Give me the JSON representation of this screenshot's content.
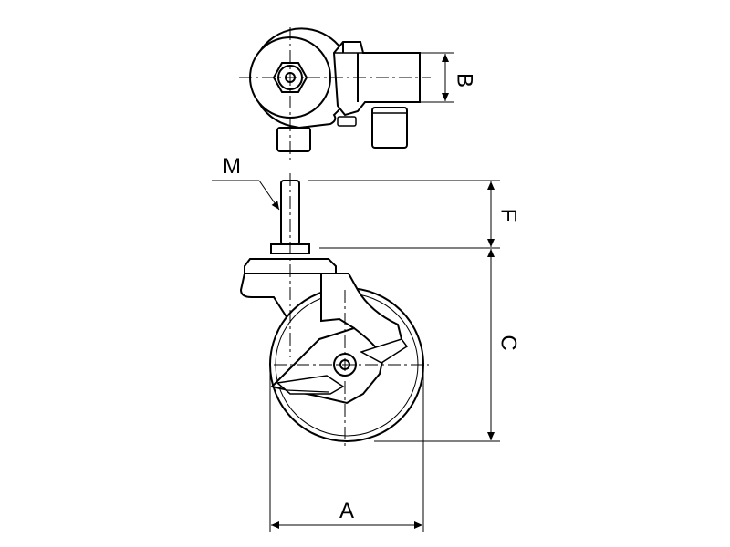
{
  "dimensions": {
    "a": "A",
    "b": "B",
    "c": "C",
    "f": "F",
    "m": "M"
  },
  "colors": {
    "stroke": "#000000",
    "background": "#ffffff"
  }
}
